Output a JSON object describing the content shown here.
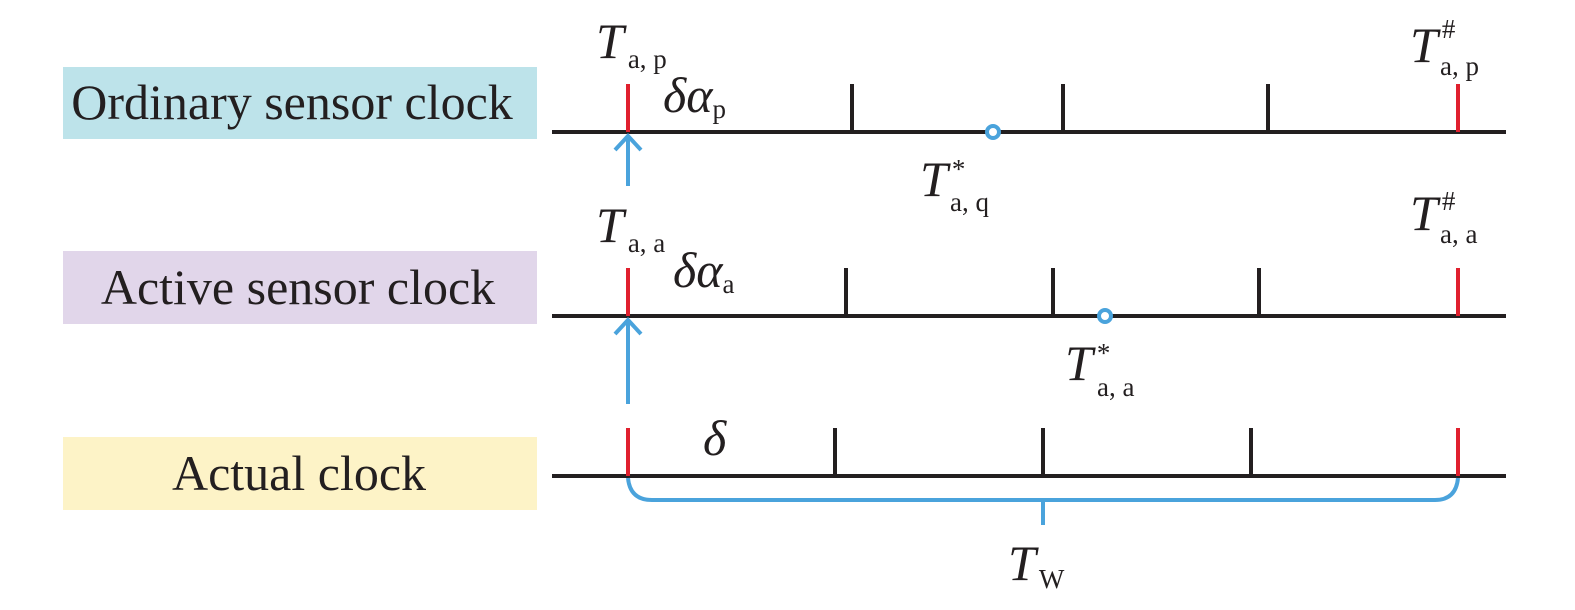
{
  "clocks": [
    {
      "label": "Ordinary sensor clock",
      "bg": "#bde3ea",
      "start": {
        "symbol": "T",
        "subscript": "a, p"
      },
      "end": {
        "symbol": "T",
        "subscript": "a, p",
        "superscript": "#"
      },
      "interval": {
        "symbol": "δα",
        "subscript": "p"
      },
      "event": {
        "symbol": "T",
        "subscript": "a, q",
        "superscript": "*"
      }
    },
    {
      "label": "Active sensor clock",
      "bg": "#e1d6ea",
      "start": {
        "symbol": "T",
        "subscript": "a, a"
      },
      "end": {
        "symbol": "T",
        "subscript": "a, a",
        "superscript": "#"
      },
      "interval": {
        "symbol": "δα",
        "subscript": "a"
      },
      "event": {
        "symbol": "T",
        "subscript": "a, a",
        "superscript": "*"
      }
    },
    {
      "label": "Actual clock",
      "bg": "#fdf3c7",
      "interval": {
        "symbol": "δ"
      },
      "window": {
        "symbol": "T",
        "subscript": "W"
      }
    }
  ],
  "colors": {
    "axis": "#231f20",
    "boundary_tick": "#e0202e",
    "marker": "#4aa3dc"
  }
}
